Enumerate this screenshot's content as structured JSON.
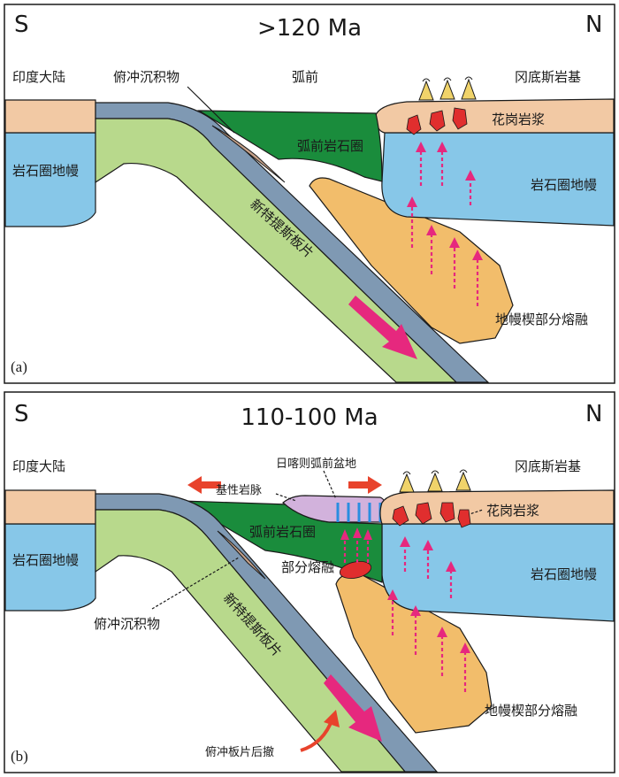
{
  "panel_a": {
    "id_label": "(a)",
    "left_direction": "S",
    "right_direction": "N",
    "title": ">120 Ma",
    "labels": {
      "indian_continent": "印度大陆",
      "accretionary_prism": "俯冲沉积物",
      "forearc": "弧前",
      "gangdese_batholith": "冈底斯岩基",
      "granitic_magma": "花岗岩浆",
      "forearc_lithosphere": "弧前岩石圈",
      "lithospheric_mantle_left": "岩石圈地幔",
      "lithospheric_mantle_right": "岩石圈地幔",
      "neotethys_slab": "新特提斯板片",
      "mantle_wedge_melting": "地幔楔部分熔融"
    }
  },
  "panel_b": {
    "id_label": "(b)",
    "left_direction": "S",
    "right_direction": "N",
    "title": "110-100 Ma",
    "labels": {
      "indian_continent": "印度大陆",
      "xigaze_forearc_basin": "日喀则弧前盆地",
      "gangdese_batholith": "冈底斯岩基",
      "mafic_dikes": "基性岩脉",
      "granitic_magma": "花岗岩浆",
      "forearc_lithosphere": "弧前岩石圈",
      "partial_melting": "部分熔融",
      "lithospheric_mantle_left": "岩石圈地幔",
      "lithospheric_mantle_right": "岩石圈地幔",
      "neotethys_slab": "新特提斯板片",
      "accretionary_prism": "俯冲沉积物",
      "mantle_wedge_melting": "地幔楔部分熔融",
      "slab_rollback": "俯冲板片后撤"
    }
  },
  "colors": {
    "continent": "#f2c9a4",
    "mantle": "#87c7e8",
    "slab": "#b8d98c",
    "slab_crust": "#7f99b3",
    "forearc": "#1a8c3c",
    "mantle_wedge": "#f2bd6b",
    "magma": "#e02e2e",
    "arrow": "#e6287e",
    "extension_arrow": "#e8432c",
    "basin": "#d2b2dc",
    "dikes": "#2a8de0",
    "sediment": "#c7a28a"
  }
}
